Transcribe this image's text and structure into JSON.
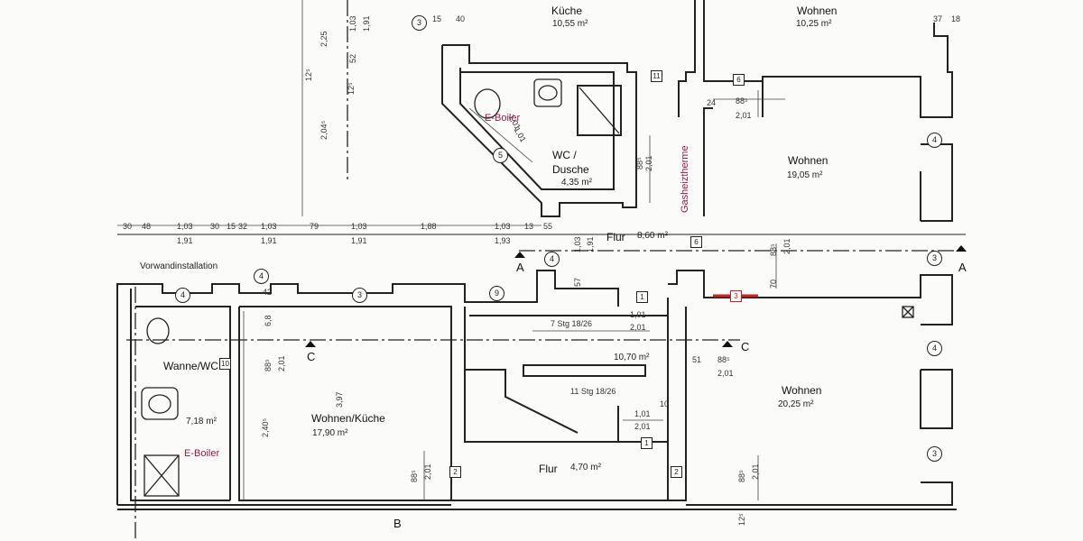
{
  "rooms": {
    "kueche": {
      "name": "Küche",
      "area": "10,55 m²"
    },
    "wohnen_top": {
      "name": "Wohnen",
      "area": "10,25 m²"
    },
    "wohnen_r1": {
      "name": "Wohnen",
      "area": "19,05 m²"
    },
    "wc_dusche": {
      "name1": "WC /",
      "name2": "Dusche",
      "area": "4,35 m²"
    },
    "flur_top": {
      "name": "Flur",
      "area": "8,60 m²"
    },
    "wanne_wc": {
      "name": "Wanne/WC",
      "area": "7,18 m²"
    },
    "wohnen_kueche": {
      "name": "Wohnen/Küche",
      "area": "17,90 m²"
    },
    "stair_landing": {
      "area": "10,70 m²"
    },
    "flur_bottom": {
      "name": "Flur",
      "area": "4,70 m²"
    },
    "wohnen_r2": {
      "name": "Wohnen",
      "area": "20,25 m²"
    }
  },
  "annotations": {
    "e_boiler_top": "E-Boiler",
    "e_boiler_bottom": "E-Boiler",
    "gasheiztherme": "Gasheiztherme",
    "vorwand": "Vorwandinstallation",
    "stairs_upper": "7 Stg 18/26",
    "stairs_lower": "11 Stg 18/26"
  },
  "section_marks": {
    "a": "A",
    "c": "C",
    "b": "B"
  },
  "circled_numbers": {
    "c3_top": "3",
    "c5": "5",
    "c4_mid": "4",
    "c4_left": "4",
    "c3_left": "3",
    "c9": "9",
    "c3_r1": "3",
    "c4_r1": "4",
    "c4_r2": "4",
    "c3_r2": "3",
    "c4_r0": "4"
  },
  "boxed_numbers": {
    "b11": "11",
    "b6_top": "6",
    "b6_flur": "6",
    "b1_stair": "1",
    "b1_low": "1",
    "b10": "10",
    "b2_left": "2",
    "b2_right": "2",
    "b3_red": "3"
  },
  "dimensions": {
    "top_15": "15",
    "top_40": "40",
    "top_37": "37",
    "top_18": "18",
    "row1": [
      "30",
      "48",
      "1,03",
      "30",
      "15",
      "32",
      "1,03",
      "79",
      "1,03",
      "1,88",
      "1,03",
      "13",
      "55"
    ],
    "row2": [
      "1,91",
      "1,91",
      "1,91",
      "1,93"
    ],
    "d_1_01_a": "1,01",
    "d_2_01_a": "2,01",
    "d_1_01_b": "1,01",
    "d_2_01_b": "2,01",
    "d_51": "51",
    "d_10": "10",
    "d_24": "24",
    "d_57": "57",
    "d_70": "70",
    "d_42": "42",
    "v_103": "1,03",
    "v_191": "1,91",
    "v_225": "2,25",
    "v_52": "52",
    "v_204": "2,04⁵",
    "v_103b": "1,03",
    "v_191b": "1,91",
    "v_125a": "12⁵",
    "v_125b": "12⁵",
    "v_201_wc": "2,01",
    "v_885_wc": "88⁵",
    "v_68": "6,8",
    "v_885_l": "88⁵",
    "v_201_l": "2,01",
    "v_397": "3,97",
    "v_2405": "2,40⁵",
    "v_885_b": "88⁵",
    "v_201_b": "2,01",
    "v_885_r": "88⁵",
    "v_201_r": "2,01",
    "v_885_br": "88⁵",
    "v_201_br": "2,01",
    "v_125c": "12⁵",
    "diag_101": "1,01",
    "diag_101b": "1,01",
    "h_885_top": "88⁵",
    "h_201_top": "2,01",
    "h_885_mid": "88⁵",
    "h_201_mid": "2,01"
  },
  "colors": {
    "accent_red": "#9a1a4a",
    "red_line": "#d21f1f"
  }
}
